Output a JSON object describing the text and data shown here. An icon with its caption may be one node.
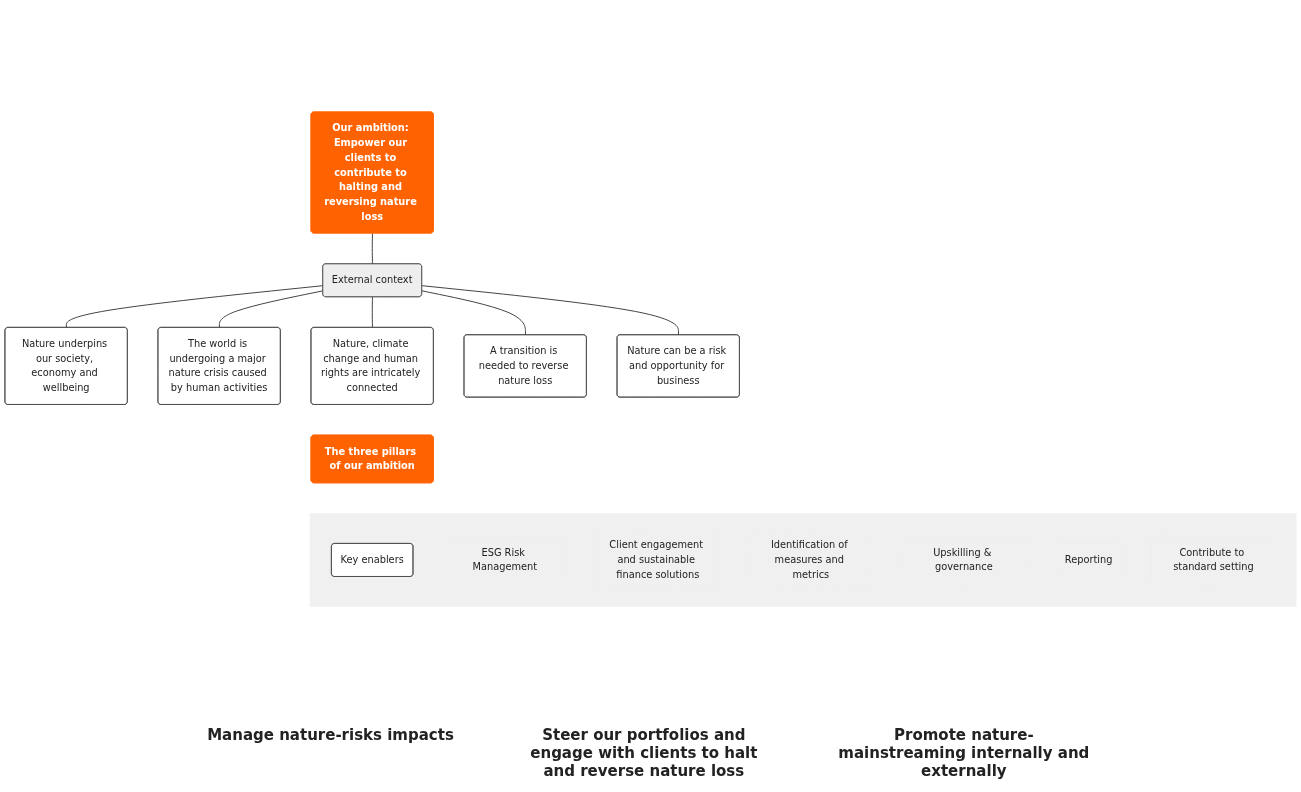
{
  "diagram": {
    "nodes": [
      {
        "text": [
          "Our ambition: Empower our clients to contribute to halting and reversing nature loss"
        ]
      },
      {
        "text": [
          "External context"
        ]
      },
      {
        "text": [
          "Nature underpins our society, economy and wellbeing"
        ]
      },
      {
        "text": [
          "The world is undergoing a major nature crisis caused by human activities"
        ]
      },
      {
        "text": [
          "Nature, climate change and human rights are intricately connected"
        ]
      },
      {
        "text": [
          "A transition is needed to reverse nature loss"
        ]
      },
      {
        "text": [
          "Nature can be a risk and opportunity for business"
        ]
      },
      {
        "text": [
          "The three pillars of our ambition"
        ]
      },
      {
        "text": [],
        "shape": "box"
      },
      {
        "text": [
          "Key enablers"
        ],
        "in": 8
      },
      {
        "text": [
          "ESG Risk Management"
        ],
        "in": 8
      },
      {
        "text": [
          "Client engagement and sustainable finance solutions"
        ],
        "in": 8
      },
      {
        "text": [
          "Identification of measures and metrics"
        ],
        "in": 8
      },
      {
        "text": [
          "Upskilling & governance"
        ],
        "in": 8
      },
      {
        "text": [
          "Reporting"
        ],
        "in": 8
      },
      {
        "text": [
          "Contribute to standard setting"
        ],
        "in": 8
      }
    ],
    "edges": [
      {
        "from": 0,
        "to": 1,
        "arrow": "none"
      },
      {
        "from": 1,
        "to": 2,
        "arrow": "none"
      },
      {
        "from": 1,
        "to": 3,
        "arrow": "none"
      },
      {
        "from": 1,
        "to": 4,
        "arrow": "none"
      },
      {
        "from": 1,
        "to": 5,
        "arrow": "none"
      },
      {
        "from": 1,
        "to": 6,
        "arrow": "none"
      }
    ],
    "labels": [
      "Manage nature-risks impacts",
      "Steer our portfolios and engage with clients to halt and reverse nature loss",
      "Promote nature-mainstreaming internally and externally"
    ]
  }
}
